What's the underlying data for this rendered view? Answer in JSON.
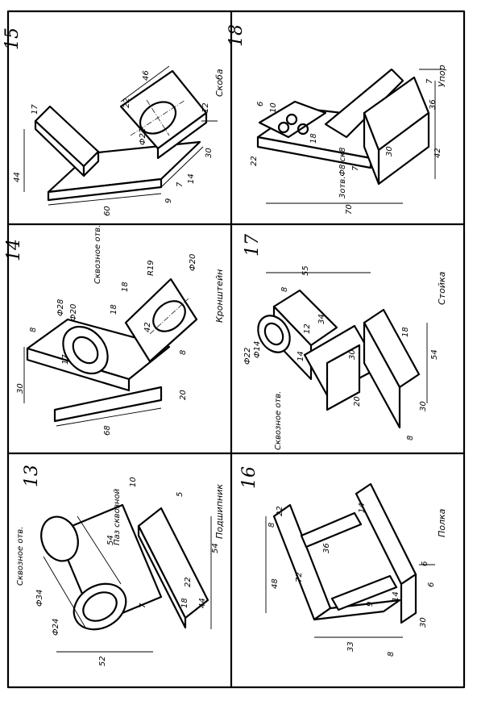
{
  "cells": [
    {
      "number": "15",
      "title": "Скоба",
      "dims": [
        "46",
        "22",
        "Ф22",
        "12",
        "17",
        "30",
        "44",
        "14",
        "7",
        "9",
        "60"
      ]
    },
    {
      "number": "18",
      "title": "Упор",
      "dims": [
        "10",
        "6",
        "7",
        "36",
        "18",
        "22",
        "30",
        "42",
        "7",
        "3отв.Ф8 ск8",
        "70"
      ]
    },
    {
      "number": "14",
      "title": "Кронштейн",
      "dims": [
        "Сквозное отв.",
        "R19",
        "Ф20",
        "Ф28",
        "Ф20",
        "18",
        "18",
        "8",
        "17",
        "42",
        "30",
        "8",
        "20",
        "68"
      ]
    },
    {
      "number": "17",
      "title": "Стойка",
      "dims": [
        "55",
        "8",
        "34",
        "12",
        "14",
        "Ф22",
        "Ф14",
        "30",
        "18",
        "54",
        "20",
        "30",
        "8",
        "Сквозное отв."
      ]
    },
    {
      "number": "13",
      "title": "Подшипник",
      "dims": [
        "Сквозное отв.",
        "Паз сквозной",
        "10",
        "5",
        "54",
        "54",
        "Ф34",
        "Ф24",
        "7",
        "18",
        "22",
        "44",
        "52"
      ]
    },
    {
      "number": "16",
      "title": "Полка",
      "dims": [
        "14",
        "22",
        "8",
        "36",
        "72",
        "48",
        "14",
        "6",
        "9",
        "6",
        "30",
        "33",
        "8"
      ]
    }
  ]
}
